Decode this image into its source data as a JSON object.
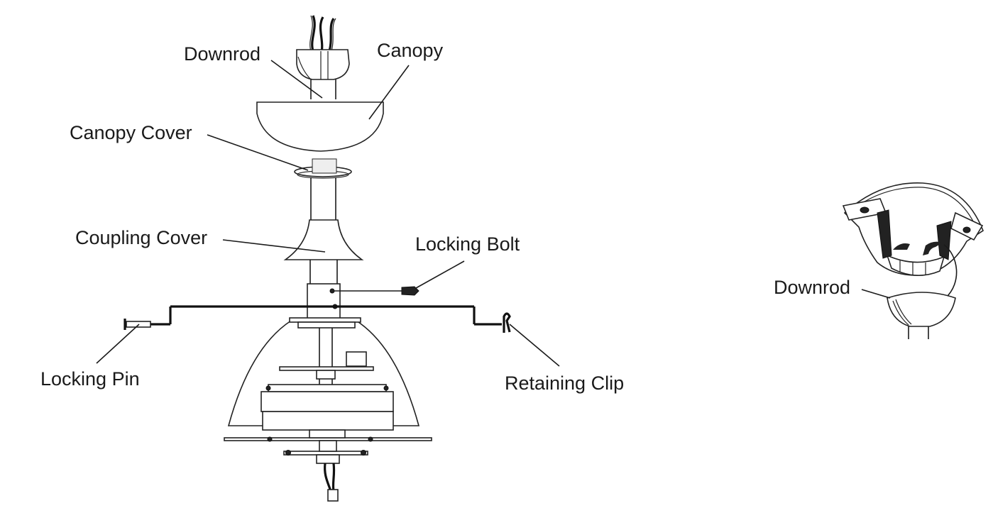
{
  "main_assembly": {
    "labels": {
      "downrod": "Downrod",
      "canopy": "Canopy",
      "canopy_cover": "Canopy Cover",
      "coupling_cover": "Coupling Cover",
      "locking_bolt": "Locking Bolt",
      "locking_pin": "Locking Pin",
      "retaining_clip": "Retaining Clip"
    }
  },
  "detail_view": {
    "labels": {
      "downrod": "Downrod"
    }
  }
}
